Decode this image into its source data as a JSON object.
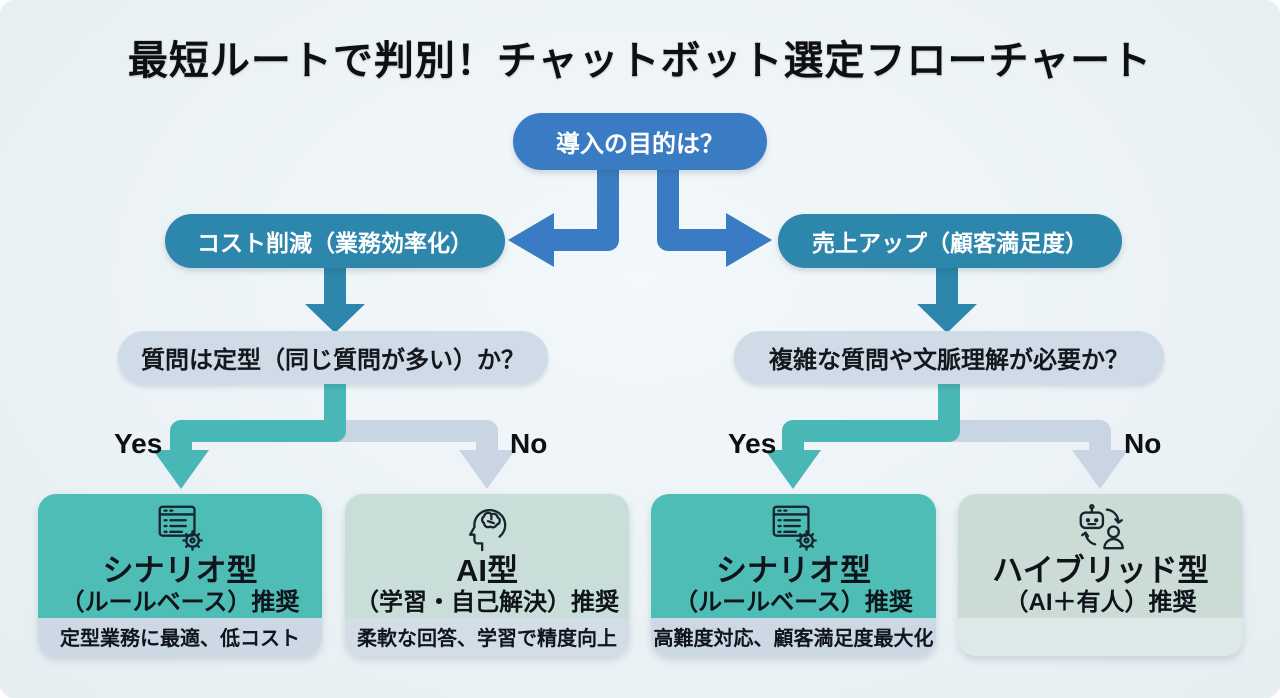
{
  "title": "最短ルートで判別！チャットボット選定フローチャート",
  "root": {
    "question": "導入の目的は？"
  },
  "branch_left": {
    "label": "コスト削減（業務効率化）",
    "question": "質問は定型（同じ質問が多い）か？",
    "yes": "Yes",
    "no": "No"
  },
  "branch_right": {
    "label": "売上アップ（顧客満足度）",
    "question": "複雑な質問や文脈理解が必要か？",
    "yes": "Yes",
    "no": "No"
  },
  "results": [
    {
      "icon": "scenario-window-gear-icon",
      "title": "シナリオ型",
      "subtitle": "（ルールベース）推奨",
      "note": "定型業務に最適、低コスト",
      "variant": "teal"
    },
    {
      "icon": "ai-head-brain-icon",
      "title": "AI型",
      "subtitle": "（学習・自己解決）推奨",
      "note": "柔軟な回答、学習で精度向上",
      "variant": "pale"
    },
    {
      "icon": "scenario-window-gear-icon",
      "title": "シナリオ型",
      "subtitle": "（ルールベース）推奨",
      "note": "高難度対応、顧客満足度最大化",
      "variant": "teal"
    },
    {
      "icon": "hybrid-robot-person-icon",
      "title": "ハイブリッド型",
      "subtitle": "（AI＋有人）推奨",
      "note": "",
      "variant": "pale"
    }
  ],
  "colors": {
    "background": "#eaf1f5",
    "root_node": "#3a7cc3",
    "branch_node": "#2d86ab",
    "question_node": "#cfdbe7",
    "yes_path": "#49b7b6",
    "no_path": "#c9d5e2",
    "card_teal": "#4dbdb5",
    "card_pale": "#c9ded9",
    "card_footer": "#ccd8e4",
    "text_dark": "#10141c",
    "text_light": "#ffffff"
  }
}
